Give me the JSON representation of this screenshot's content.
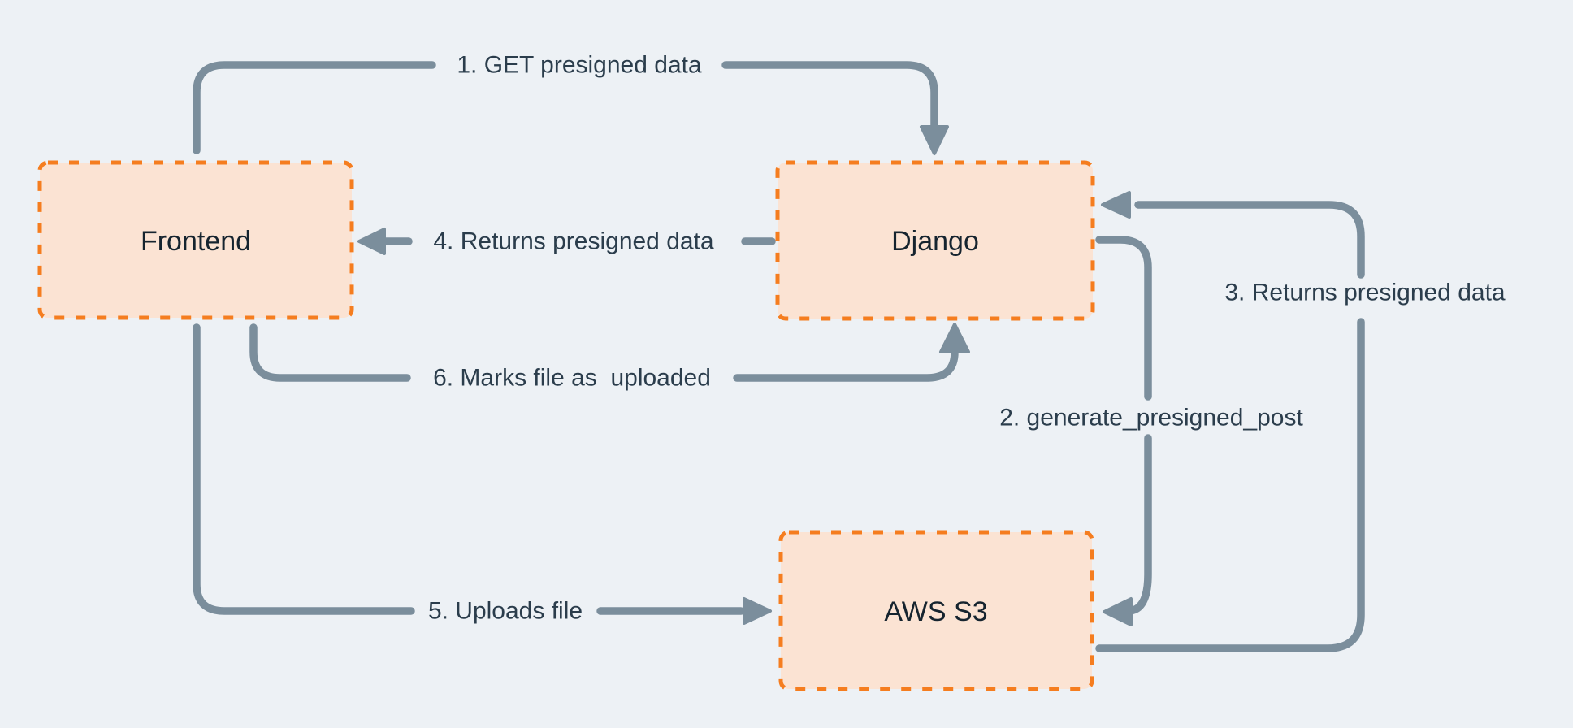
{
  "diagram": {
    "background_color": "#edf1f5",
    "node_fill_color": "#fbe3d3",
    "node_border_color": "#f57d1f",
    "connector_color": "#7b8e9c",
    "label_text_color": "#2b3d4c",
    "nodes": [
      {
        "id": "frontend",
        "label": "Frontend"
      },
      {
        "id": "django",
        "label": "Django"
      },
      {
        "id": "aws-s3",
        "label": "AWS S3"
      }
    ],
    "edges": [
      {
        "order": 1,
        "label": "1. GET presigned data",
        "from": "Frontend",
        "to": "Django"
      },
      {
        "order": 2,
        "label": "2. generate_presigned_post",
        "from": "Django",
        "to": "AWS S3"
      },
      {
        "order": 3,
        "label": "3. Returns presigned data",
        "from": "AWS S3",
        "to": "Django"
      },
      {
        "order": 4,
        "label": "4. Returns presigned data",
        "from": "Django",
        "to": "Frontend"
      },
      {
        "order": 5,
        "label": "5. Uploads file",
        "from": "Frontend",
        "to": "AWS S3"
      },
      {
        "order": 6,
        "label": "6. Marks file as  uploaded",
        "from": "Frontend",
        "to": "Django"
      }
    ]
  }
}
